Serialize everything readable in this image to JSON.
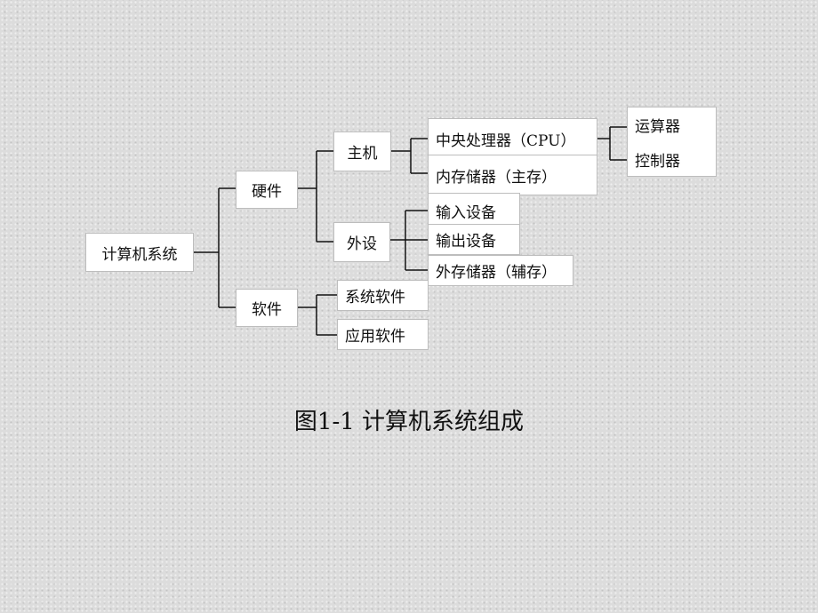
{
  "tree": {
    "root": "计算机系统",
    "hardware": "硬件",
    "software": "软件",
    "host": "主机",
    "peripheral": "外设",
    "cpu": "中央处理器（CPU）",
    "alu": "运算器",
    "control": "控制器",
    "main_memory": "内存储器（主存）",
    "input": "输入设备",
    "output": "输出设备",
    "aux_memory": "外存储器（辅存）",
    "system_sw": "系统软件",
    "app_sw": "应用软件"
  },
  "caption": "图1-1  计算机系统组成"
}
